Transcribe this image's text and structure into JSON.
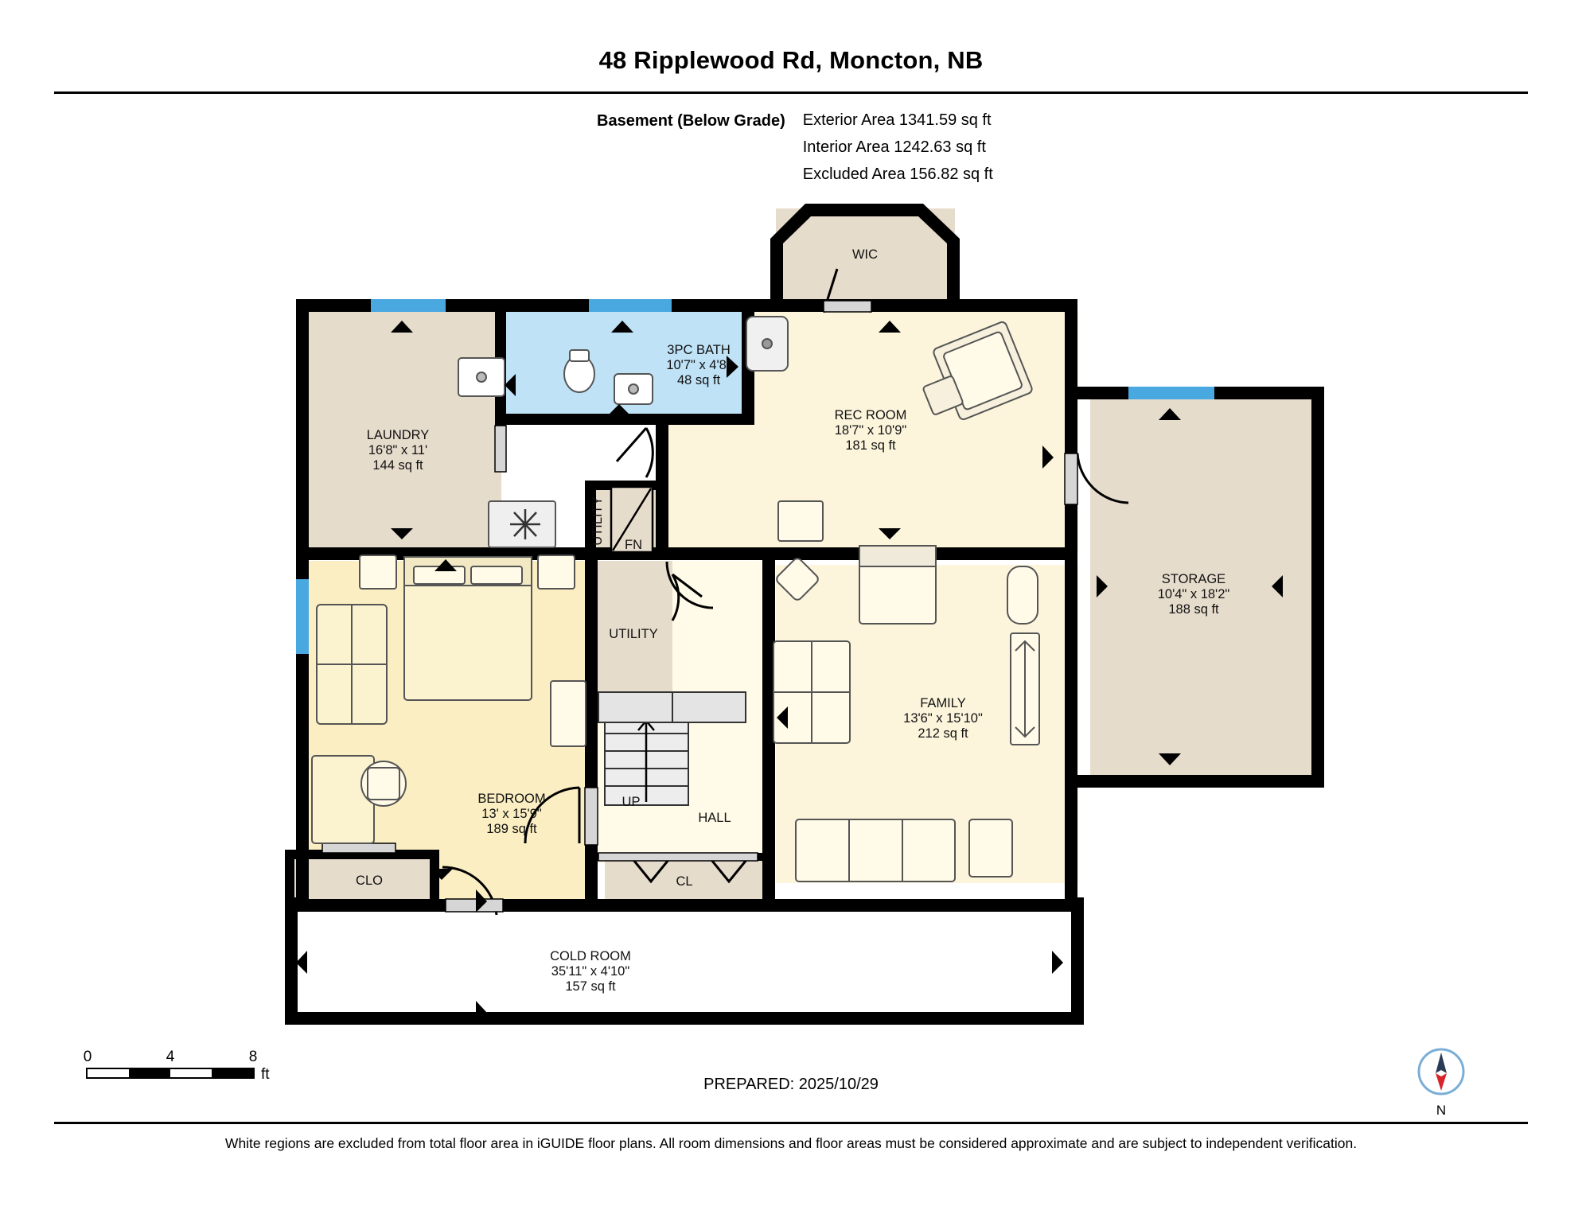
{
  "header": {
    "title": "48 Ripplewood Rd, Moncton, NB",
    "floor_name": "Basement (Below Grade)",
    "exterior_area": "Exterior Area 1341.59 sq ft",
    "interior_area": "Interior Area 1242.63 sq ft",
    "excluded_area": "Excluded Area 156.82 sq ft"
  },
  "footer": {
    "scale": {
      "ticks": [
        "0",
        "4",
        "8"
      ],
      "unit": "ft"
    },
    "prepared": "PREPARED: 2025/10/29",
    "compass_label": "N",
    "disclaimer": "White regions are excluded from total floor area in iGUIDE floor plans. All room dimensions and floor areas must be considered approximate and are subject to independent verification."
  },
  "colors": {
    "wall": "#000000",
    "window": "#4aa8e0",
    "bath_fill": "#bfe2f7",
    "beige_fill": "#e6dccc",
    "cream_fill": "#fcf5dc",
    "bedroom_fill": "#fbeec2",
    "excluded_fill": "#ffffff",
    "fixture_stroke": "#444444",
    "fixture_fill": "#dddddd"
  },
  "rooms": [
    {
      "id": "wic",
      "name": "WIC",
      "dim": "",
      "area": ""
    },
    {
      "id": "bath",
      "name": "3PC BATH",
      "dim": "10'7\" x 4'8\"",
      "area": "48 sq ft"
    },
    {
      "id": "laundry",
      "name": "LAUNDRY",
      "dim": "16'8\" x 11'",
      "area": "144 sq ft"
    },
    {
      "id": "rec",
      "name": "REC ROOM",
      "dim": "18'7\" x 10'9\"",
      "area": "181 sq ft"
    },
    {
      "id": "storage",
      "name": "STORAGE",
      "dim": "10'4\" x 18'2\"",
      "area": "188 sq ft"
    },
    {
      "id": "family",
      "name": "FAMILY",
      "dim": "13'6\" x 15'10\"",
      "area": "212 sq ft"
    },
    {
      "id": "bedroom",
      "name": "BEDROOM",
      "dim": "13' x 15'9\"",
      "area": "189 sq ft"
    },
    {
      "id": "coldroom",
      "name": "COLD ROOM",
      "dim": "35'11\" x 4'10\"",
      "area": "157 sq ft"
    },
    {
      "id": "utility_v",
      "name": "UTILITY",
      "dim": "",
      "area": ""
    },
    {
      "id": "utility",
      "name": "UTILITY",
      "dim": "",
      "area": ""
    },
    {
      "id": "fn",
      "name": "FN",
      "dim": "",
      "area": ""
    },
    {
      "id": "up",
      "name": "UP",
      "dim": "",
      "area": ""
    },
    {
      "id": "hall",
      "name": "HALL",
      "dim": "",
      "area": ""
    },
    {
      "id": "cl",
      "name": "CL",
      "dim": "",
      "area": ""
    },
    {
      "id": "clo",
      "name": "CLO",
      "dim": "",
      "area": ""
    }
  ]
}
